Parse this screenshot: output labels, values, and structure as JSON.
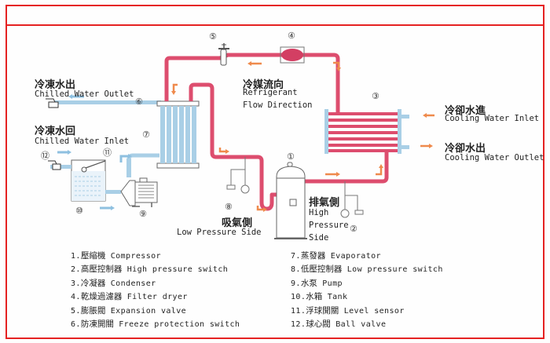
{
  "colors": {
    "frame": "#e52222",
    "refrigerant_pipe": "#dd4d6e",
    "water_pipe": "#a9cfe6",
    "flow_arrow": "#ef8a4c",
    "water_arrow": "#8ec0e0"
  },
  "labels": {
    "chilled_outlet_zh": "冷凍水出",
    "chilled_outlet_en": "Chilled Water Outlet",
    "chilled_inlet_zh": "冷凍水回",
    "chilled_inlet_en": "Chilled Water Inlet",
    "refrigerant_zh": "冷媒流向",
    "refrigerant_en1": "Refrigerant",
    "refrigerant_en2": "Flow Direction",
    "cooling_inlet_zh": "冷卻水進",
    "cooling_inlet_en": "Cooling Water Inlet",
    "cooling_outlet_zh": "冷卻水出",
    "cooling_outlet_en": "Cooling Water Outlet",
    "low_side_zh": "吸氣側",
    "low_side_en": "Low Pressure Side",
    "high_side_zh": "排氣側",
    "high_side_en1": "High",
    "high_side_en2": "Pressure",
    "high_side_en3": "Side"
  },
  "markers": {
    "m1": "①",
    "m2": "②",
    "m3": "③",
    "m4": "④",
    "m5": "⑤",
    "m6": "⑥",
    "m7": "⑦",
    "m8": "⑧",
    "m9": "⑨",
    "m10": "⑩",
    "m11": "⑪",
    "m12": "⑫"
  },
  "legend": {
    "left": [
      {
        "num": "1.",
        "zh": "壓縮機",
        "en": "Compressor"
      },
      {
        "num": "2.",
        "zh": "高壓控制器",
        "en": "High pressure switch"
      },
      {
        "num": "3.",
        "zh": "冷凝器",
        "en": "Condenser"
      },
      {
        "num": "4.",
        "zh": "乾燥過濾器",
        "en": "Filter dryer"
      },
      {
        "num": "5.",
        "zh": "膨脹閥",
        "en": "Expansion valve"
      },
      {
        "num": "6.",
        "zh": "防凍開關",
        "en": "Freeze protection switch"
      }
    ],
    "right": [
      {
        "num": "7.",
        "zh": "蒸發器",
        "en": "Evaporator"
      },
      {
        "num": "8.",
        "zh": "低壓控制器",
        "en": "Low pressure switch"
      },
      {
        "num": "9.",
        "zh": "水泵",
        "en": "Pump"
      },
      {
        "num": "10.",
        "zh": "水箱",
        "en": "Tank"
      },
      {
        "num": "11.",
        "zh": "浮球開關",
        "en": "Level sensor"
      },
      {
        "num": "12.",
        "zh": "球心閥",
        "en": "Ball valve"
      }
    ]
  }
}
